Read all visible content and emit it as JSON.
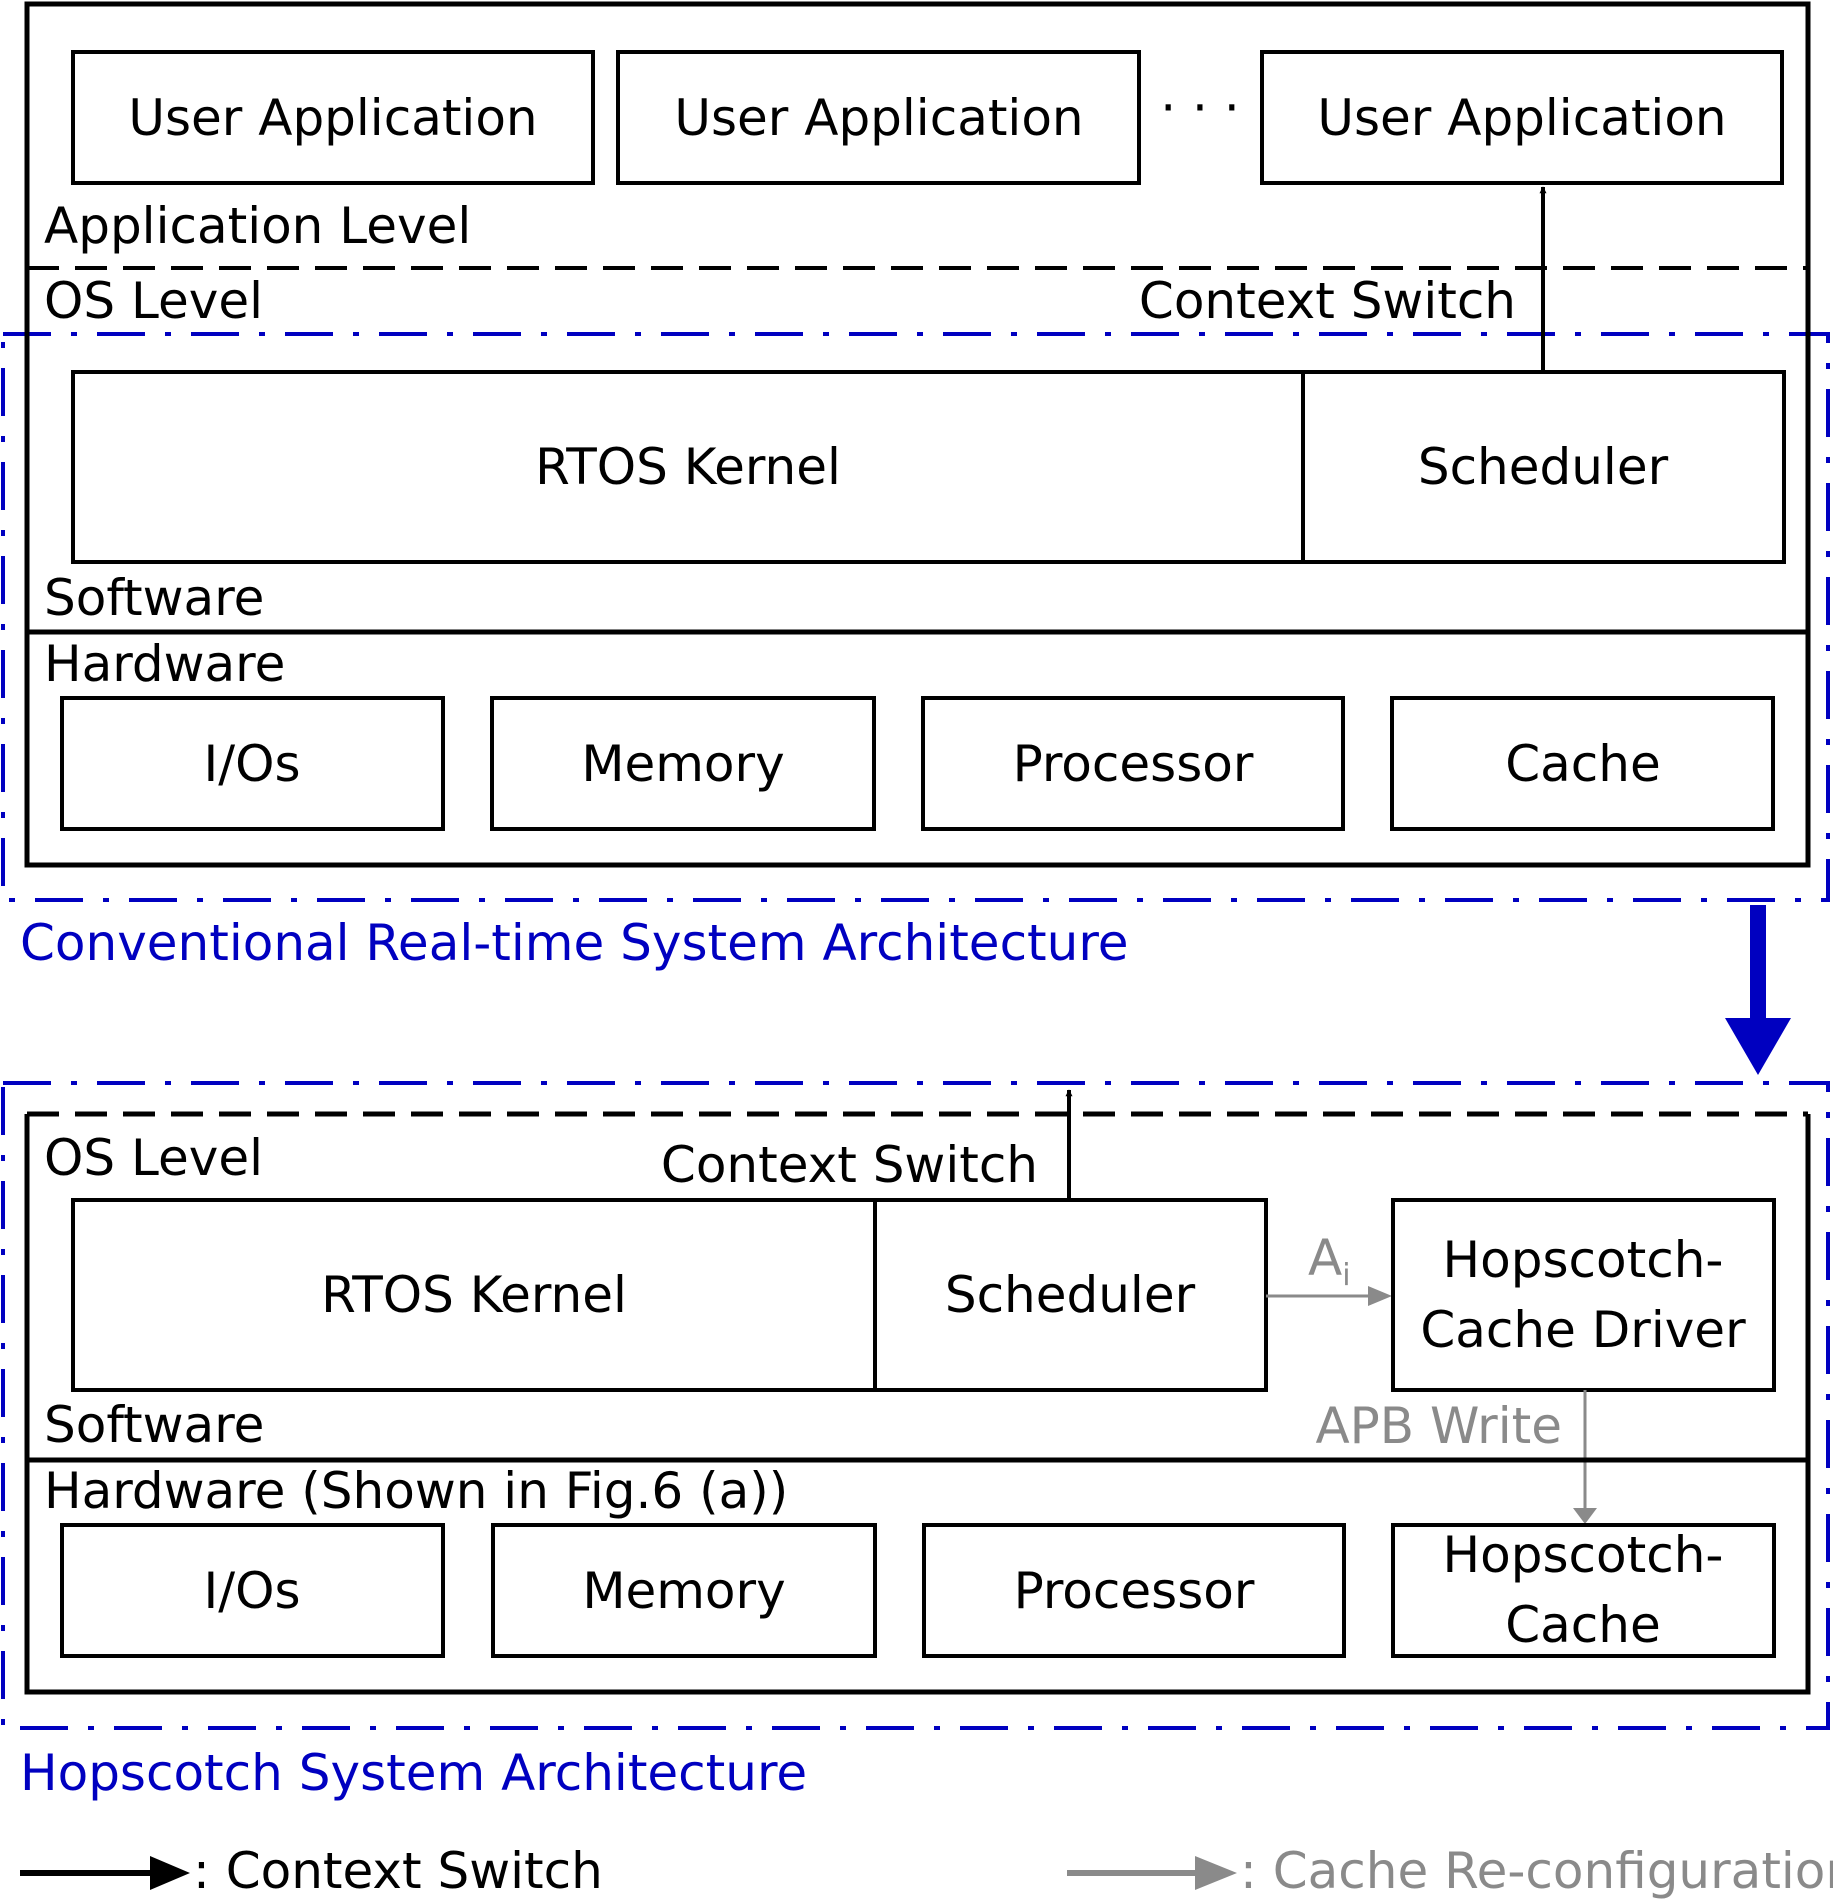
{
  "conventional": {
    "caption": "Conventional Real-time System Architecture",
    "user_apps": [
      "User Application",
      "User Application",
      "User Application"
    ],
    "ellipsis": "· · ·",
    "application_level": "Application Level",
    "os_level": "OS Level",
    "context_switch": "Context Switch",
    "rtos_kernel": "RTOS Kernel",
    "scheduler": "Scheduler",
    "software": "Software",
    "hardware": "Hardware",
    "hw_blocks": [
      "I/Os",
      "Memory",
      "Processor",
      "Cache"
    ]
  },
  "hopscotch": {
    "caption": "Hopscotch System Architecture",
    "os_level": "OS Level",
    "context_switch": "Context Switch",
    "rtos_kernel": "RTOS Kernel",
    "scheduler": "Scheduler",
    "driver_line1": "Hopscotch-",
    "driver_line2": "Cache Driver",
    "a_label": "A",
    "a_subscript": "i",
    "apb_write": "APB Write",
    "software": "Software",
    "hardware": "Hardware (Shown in Fig.6 (a))",
    "hw_blocks": [
      "I/Os",
      "Memory",
      "Processor"
    ],
    "cache_line1": "Hopscotch-",
    "cache_line2": "Cache"
  },
  "legend": {
    "context_switch": ": Context Switch",
    "cache_reconfig": ": Cache Re-configuration"
  },
  "colors": {
    "architecture_border": "#0000c0",
    "reconfiguration_arrow": "#8a8a8a",
    "line": "#000000"
  }
}
